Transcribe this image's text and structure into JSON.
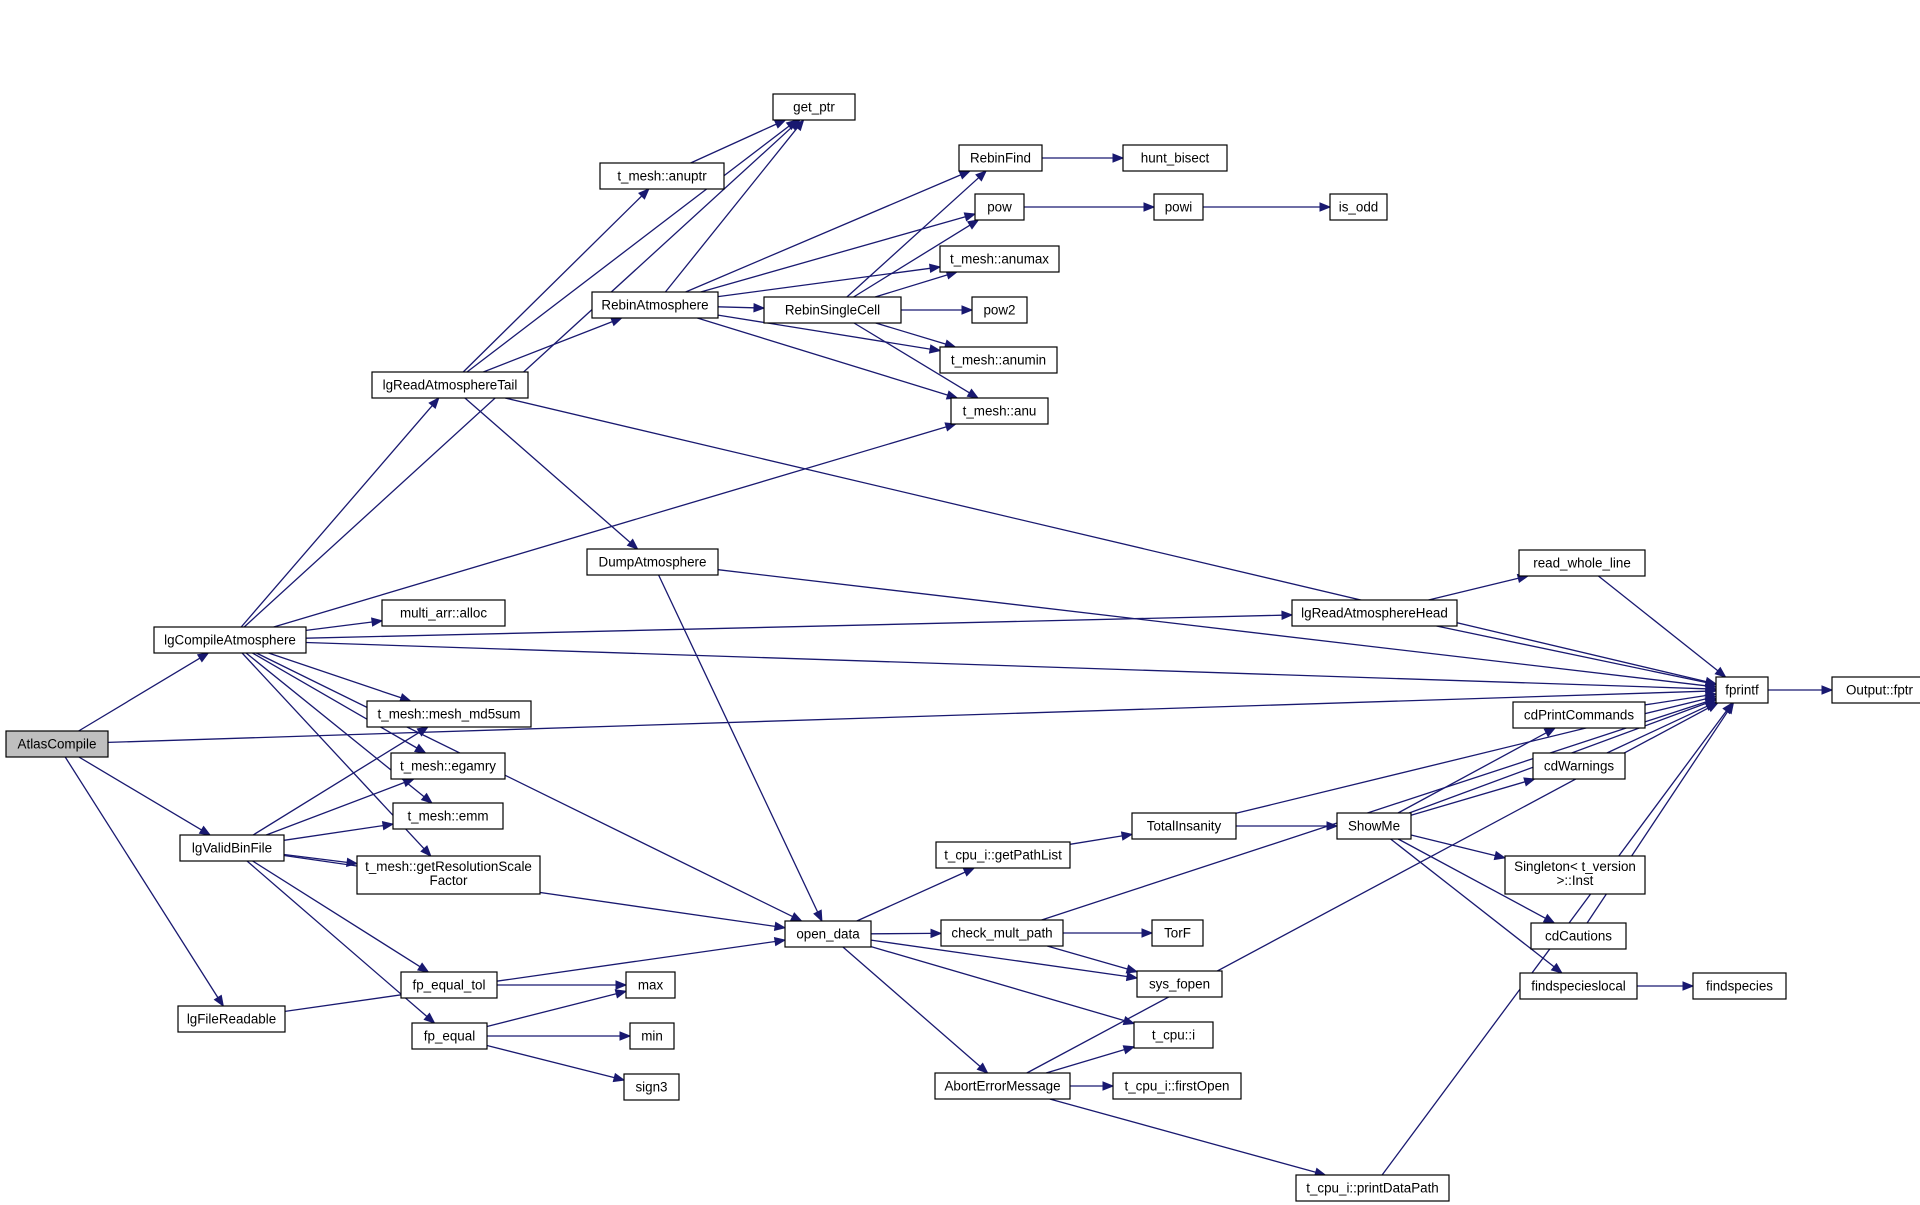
{
  "graph": {
    "nodes": [
      {
        "id": "AtlasCompile",
        "label": "AtlasCompile",
        "root": true
      },
      {
        "id": "lgCompileAtmosphere",
        "label": "lgCompileAtmosphere"
      },
      {
        "id": "lgValidBinFile",
        "label": "lgValidBinFile"
      },
      {
        "id": "lgFileReadable",
        "label": "lgFileReadable"
      },
      {
        "id": "lgReadAtmosphereTail",
        "label": "lgReadAtmosphereTail"
      },
      {
        "id": "get_ptr",
        "label": "get_ptr"
      },
      {
        "id": "anuptr",
        "label": "t_mesh::anuptr"
      },
      {
        "id": "RebinAtmosphere",
        "label": "RebinAtmosphere"
      },
      {
        "id": "DumpAtmosphere",
        "label": "DumpAtmosphere"
      },
      {
        "id": "alloc",
        "label": "multi_arr::alloc"
      },
      {
        "id": "md5",
        "label": "t_mesh::mesh_md5sum"
      },
      {
        "id": "egamry",
        "label": "t_mesh::egamry"
      },
      {
        "id": "emm",
        "label": "t_mesh::emm"
      },
      {
        "id": "getRes",
        "label": "t_mesh::getResolutionScale Factor",
        "lines": [
          "t_mesh::getResolutionScale",
          "Factor"
        ]
      },
      {
        "id": "fp_equal_tol",
        "label": "fp_equal_tol"
      },
      {
        "id": "fp_equal",
        "label": "fp_equal"
      },
      {
        "id": "max",
        "label": "max"
      },
      {
        "id": "min",
        "label": "min"
      },
      {
        "id": "sign3",
        "label": "sign3"
      },
      {
        "id": "open_data",
        "label": "open_data"
      },
      {
        "id": "RebinFind",
        "label": "RebinFind"
      },
      {
        "id": "hunt_bisect",
        "label": "hunt_bisect"
      },
      {
        "id": "pow",
        "label": "pow"
      },
      {
        "id": "powi",
        "label": "powi"
      },
      {
        "id": "is_odd",
        "label": "is_odd"
      },
      {
        "id": "anumax",
        "label": "t_mesh::anumax"
      },
      {
        "id": "RebinSingleCell",
        "label": "RebinSingleCell"
      },
      {
        "id": "pow2",
        "label": "pow2"
      },
      {
        "id": "anumin",
        "label": "t_mesh::anumin"
      },
      {
        "id": "anu",
        "label": "t_mesh::anu"
      },
      {
        "id": "lgReadAtmosphereHead",
        "label": "lgReadAtmosphereHead"
      },
      {
        "id": "read_whole_line",
        "label": "read_whole_line"
      },
      {
        "id": "fprintf",
        "label": "fprintf"
      },
      {
        "id": "fptr",
        "label": "Output::fptr"
      },
      {
        "id": "cdPrintCommands",
        "label": "cdPrintCommands"
      },
      {
        "id": "cdWarnings",
        "label": "cdWarnings"
      },
      {
        "id": "TotalInsanity",
        "label": "TotalInsanity"
      },
      {
        "id": "ShowMe",
        "label": "ShowMe"
      },
      {
        "id": "getPathList",
        "label": "t_cpu_i::getPathList"
      },
      {
        "id": "Singleton",
        "label": "Singleton< t_version >::Inst",
        "lines": [
          "Singleton< t_version",
          ">::Inst"
        ]
      },
      {
        "id": "check_mult_path",
        "label": "check_mult_path"
      },
      {
        "id": "TorF",
        "label": "TorF"
      },
      {
        "id": "cdCautions",
        "label": "cdCautions"
      },
      {
        "id": "sys_fopen",
        "label": "sys_fopen"
      },
      {
        "id": "findspecieslocal",
        "label": "findspecieslocal"
      },
      {
        "id": "findspecies",
        "label": "findspecies"
      },
      {
        "id": "t_cpu_i",
        "label": "t_cpu::i"
      },
      {
        "id": "AbortErrorMessage",
        "label": "AbortErrorMessage"
      },
      {
        "id": "firstOpen",
        "label": "t_cpu_i::firstOpen"
      },
      {
        "id": "printDataPath",
        "label": "t_cpu_i::printDataPath"
      }
    ],
    "edges": [
      [
        "AtlasCompile",
        "lgCompileAtmosphere"
      ],
      [
        "AtlasCompile",
        "lgValidBinFile"
      ],
      [
        "AtlasCompile",
        "lgFileReadable"
      ],
      [
        "AtlasCompile",
        "fprintf"
      ],
      [
        "lgCompileAtmosphere",
        "fprintf"
      ],
      [
        "lgCompileAtmosphere",
        "get_ptr"
      ],
      [
        "lgCompileAtmosphere",
        "lgReadAtmosphereTail"
      ],
      [
        "lgCompileAtmosphere",
        "anu"
      ],
      [
        "lgCompileAtmosphere",
        "lgReadAtmosphereHead"
      ],
      [
        "lgCompileAtmosphere",
        "alloc"
      ],
      [
        "lgCompileAtmosphere",
        "md5"
      ],
      [
        "lgCompileAtmosphere",
        "egamry"
      ],
      [
        "lgCompileAtmosphere",
        "emm"
      ],
      [
        "lgCompileAtmosphere",
        "getRes"
      ],
      [
        "lgCompileAtmosphere",
        "open_data"
      ],
      [
        "lgReadAtmosphereTail",
        "anuptr"
      ],
      [
        "lgReadAtmosphereTail",
        "get_ptr"
      ],
      [
        "lgReadAtmosphereTail",
        "RebinAtmosphere"
      ],
      [
        "lgReadAtmosphereTail",
        "DumpAtmosphere"
      ],
      [
        "lgReadAtmosphereTail",
        "fprintf"
      ],
      [
        "anuptr",
        "get_ptr"
      ],
      [
        "RebinAtmosphere",
        "get_ptr"
      ],
      [
        "RebinAtmosphere",
        "RebinFind"
      ],
      [
        "RebinAtmosphere",
        "pow"
      ],
      [
        "RebinAtmosphere",
        "anumax"
      ],
      [
        "RebinAtmosphere",
        "RebinSingleCell"
      ],
      [
        "RebinAtmosphere",
        "anumin"
      ],
      [
        "RebinAtmosphere",
        "anu"
      ],
      [
        "RebinSingleCell",
        "RebinFind"
      ],
      [
        "RebinSingleCell",
        "pow"
      ],
      [
        "RebinSingleCell",
        "anumax"
      ],
      [
        "RebinSingleCell",
        "pow2"
      ],
      [
        "RebinSingleCell",
        "anumin"
      ],
      [
        "RebinSingleCell",
        "anu"
      ],
      [
        "RebinFind",
        "hunt_bisect"
      ],
      [
        "pow",
        "powi"
      ],
      [
        "powi",
        "is_odd"
      ],
      [
        "DumpAtmosphere",
        "fprintf"
      ],
      [
        "DumpAtmosphere",
        "open_data"
      ],
      [
        "lgReadAtmosphereHead",
        "read_whole_line"
      ],
      [
        "lgReadAtmosphereHead",
        "fprintf"
      ],
      [
        "read_whole_line",
        "fprintf"
      ],
      [
        "lgValidBinFile",
        "md5"
      ],
      [
        "lgValidBinFile",
        "egamry"
      ],
      [
        "lgValidBinFile",
        "emm"
      ],
      [
        "lgValidBinFile",
        "getRes"
      ],
      [
        "lgValidBinFile",
        "open_data"
      ],
      [
        "lgValidBinFile",
        "fp_equal_tol"
      ],
      [
        "lgValidBinFile",
        "fp_equal"
      ],
      [
        "fp_equal_tol",
        "max"
      ],
      [
        "fp_equal",
        "max"
      ],
      [
        "fp_equal",
        "min"
      ],
      [
        "fp_equal",
        "sign3"
      ],
      [
        "lgFileReadable",
        "open_data"
      ],
      [
        "open_data",
        "getPathList"
      ],
      [
        "open_data",
        "check_mult_path"
      ],
      [
        "open_data",
        "sys_fopen"
      ],
      [
        "open_data",
        "t_cpu_i"
      ],
      [
        "open_data",
        "AbortErrorMessage"
      ],
      [
        "getPathList",
        "TotalInsanity"
      ],
      [
        "TotalInsanity",
        "fprintf"
      ],
      [
        "TotalInsanity",
        "ShowMe"
      ],
      [
        "ShowMe",
        "cdPrintCommands"
      ],
      [
        "ShowMe",
        "cdWarnings"
      ],
      [
        "ShowMe",
        "fprintf"
      ],
      [
        "ShowMe",
        "Singleton"
      ],
      [
        "ShowMe",
        "cdCautions"
      ],
      [
        "ShowMe",
        "findspecieslocal"
      ],
      [
        "cdPrintCommands",
        "fprintf"
      ],
      [
        "cdWarnings",
        "fprintf"
      ],
      [
        "cdCautions",
        "fprintf"
      ],
      [
        "findspecieslocal",
        "findspecies"
      ],
      [
        "check_mult_path",
        "TorF"
      ],
      [
        "check_mult_path",
        "sys_fopen"
      ],
      [
        "check_mult_path",
        "fprintf"
      ],
      [
        "AbortErrorMessage",
        "t_cpu_i"
      ],
      [
        "AbortErrorMessage",
        "firstOpen"
      ],
      [
        "AbortErrorMessage",
        "printDataPath"
      ],
      [
        "AbortErrorMessage",
        "fprintf"
      ],
      [
        "printDataPath",
        "fprintf"
      ],
      [
        "fprintf",
        "fptr"
      ]
    ]
  }
}
